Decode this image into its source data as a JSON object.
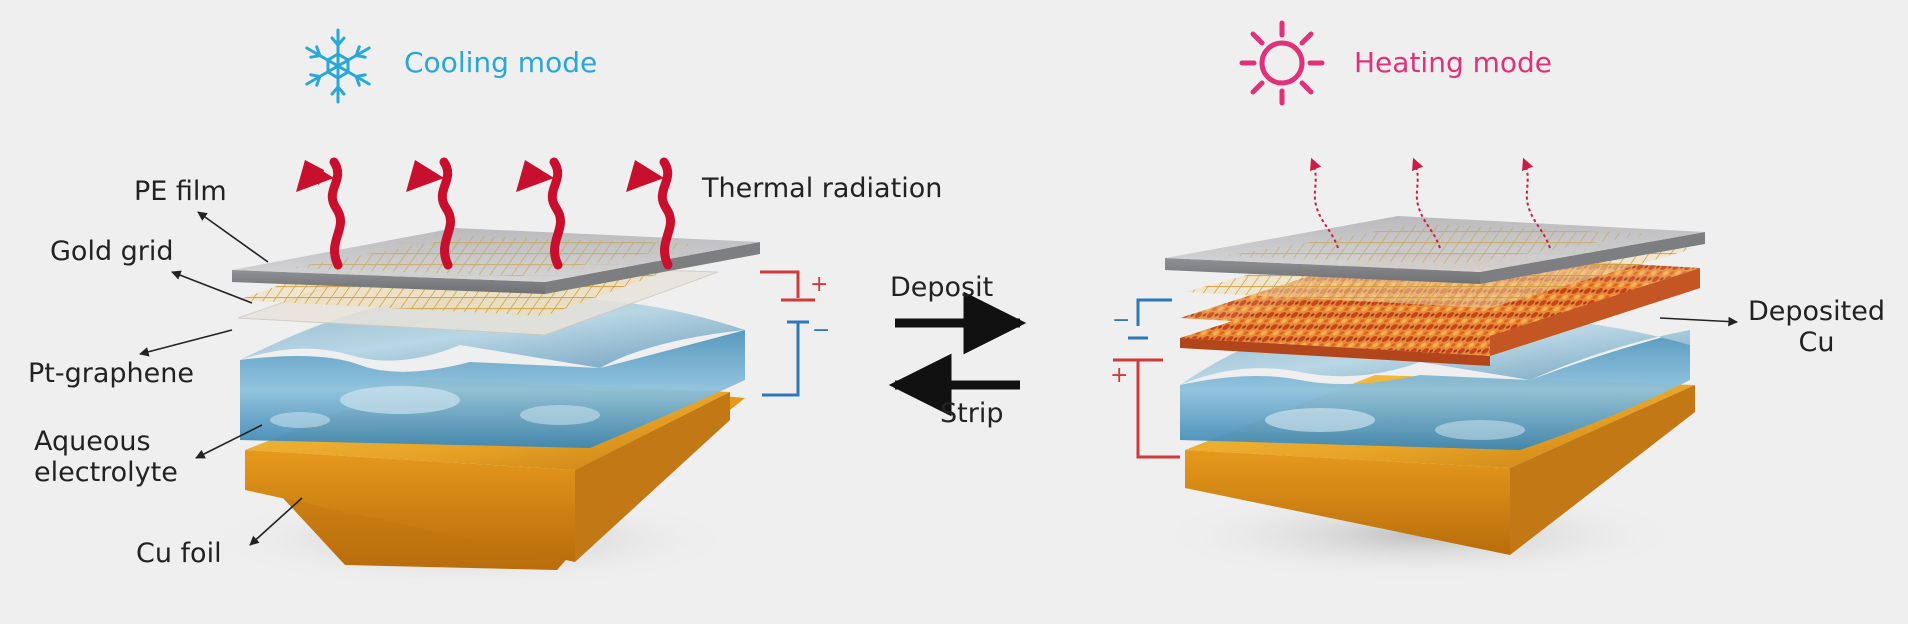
{
  "cooling": {
    "title": "Cooling mode",
    "icon": "snowflake-icon",
    "color": "#29a8d8",
    "labels": {
      "pe_film": "PE film",
      "gold_grid": "Gold grid",
      "pt_graphene": "Pt-graphene",
      "electrolyte_line1": "Aqueous",
      "electrolyte_line2": "electrolyte",
      "cu_foil": "Cu foil",
      "thermal_radiation": "Thermal radiation"
    },
    "polarity": {
      "top": "+",
      "bottom": "−"
    }
  },
  "heating": {
    "title": "Heating mode",
    "icon": "sun-icon",
    "color": "#e0327a",
    "labels": {
      "deposited_line1": "Deposited",
      "deposited_line2": "Cu"
    },
    "polarity": {
      "top": "−",
      "bottom": "+"
    }
  },
  "process": {
    "deposit": "Deposit",
    "strip": "Strip"
  },
  "colors": {
    "thermal_arrow": "#c8102e",
    "positive_lead": "#d23a3a",
    "negative_lead": "#2e78b8",
    "gold": "#e7a92d",
    "electrolyte": "#5e9ec0",
    "copper": "#d9661f"
  }
}
